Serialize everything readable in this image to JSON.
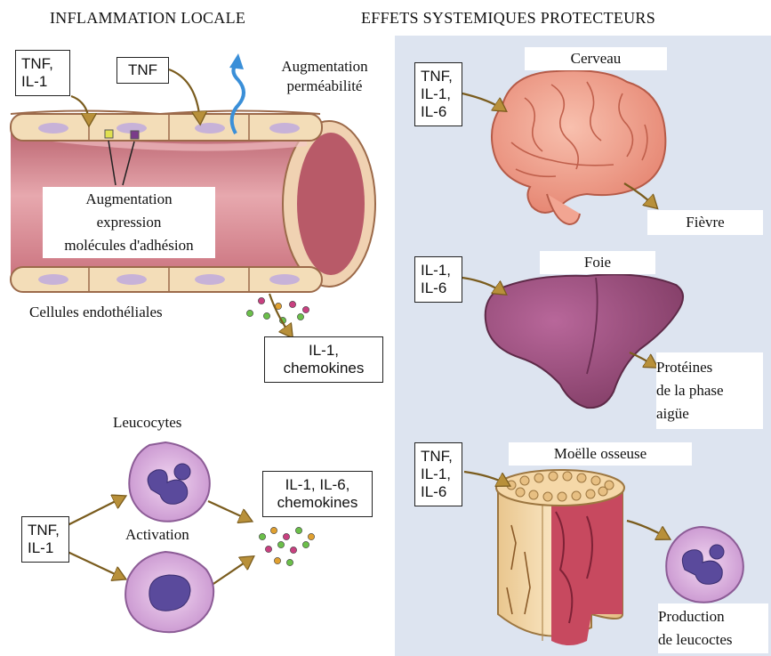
{
  "sections": {
    "local_title": "INFLAMMATION LOCALE",
    "systemic_title": "EFFETS SYSTEMIQUES PROTECTEURS"
  },
  "local": {
    "box_tnf_il1_top": [
      "TNF,",
      "IL-1"
    ],
    "box_tnf_top": "TNF",
    "permeability": [
      "Augmentation",
      "perméabilité"
    ],
    "adhesion": [
      "Augmentation",
      "expression",
      "molécules d'adhésion"
    ],
    "endothelial": "Cellules endothéliales",
    "box_il1_chemokines": [
      "IL-1,",
      "chemokines"
    ],
    "leukocytes_label": "Leucocytes",
    "activation_label": "Activation",
    "box_tnf_il1_bottom": [
      "TNF,",
      "IL-1"
    ],
    "box_il1_il6_chemokines": [
      "IL-1, IL-6,",
      "chemokines"
    ]
  },
  "systemic": {
    "brain_label": "Cerveau",
    "brain_box": [
      "TNF,",
      "IL-1,",
      "IL-6"
    ],
    "fever": "Fièvre",
    "liver_label": "Foie",
    "liver_box": [
      "IL-1,",
      "IL-6"
    ],
    "acute_phase": [
      "Protéines",
      "de la phase",
      "aigüe"
    ],
    "marrow_label": "Moëlle osseuse",
    "marrow_box": [
      "TNF,",
      "IL-1,",
      "IL-6"
    ],
    "leukocyte_production": [
      "Production",
      "de leucoctes"
    ]
  },
  "colors": {
    "systemic_panel": "#dde4f0",
    "vessel_lumen": "#d98f98",
    "endothelium": "#f3ddb8",
    "arrow": "#c9a24a",
    "brain": "#f2a592",
    "liver": "#9b4d78",
    "bone": "#f2d7a6",
    "marrow": "#c7495f",
    "leukocyte": "#d6a7d6",
    "nucleus": "#6a5aa8",
    "permeability_arrow": "#3a8fd8"
  },
  "icons": [
    "blood-vessel",
    "brain",
    "liver",
    "bone-marrow",
    "leukocyte",
    "neutrophil",
    "cytokine-dots",
    "adhesion-molecule"
  ]
}
